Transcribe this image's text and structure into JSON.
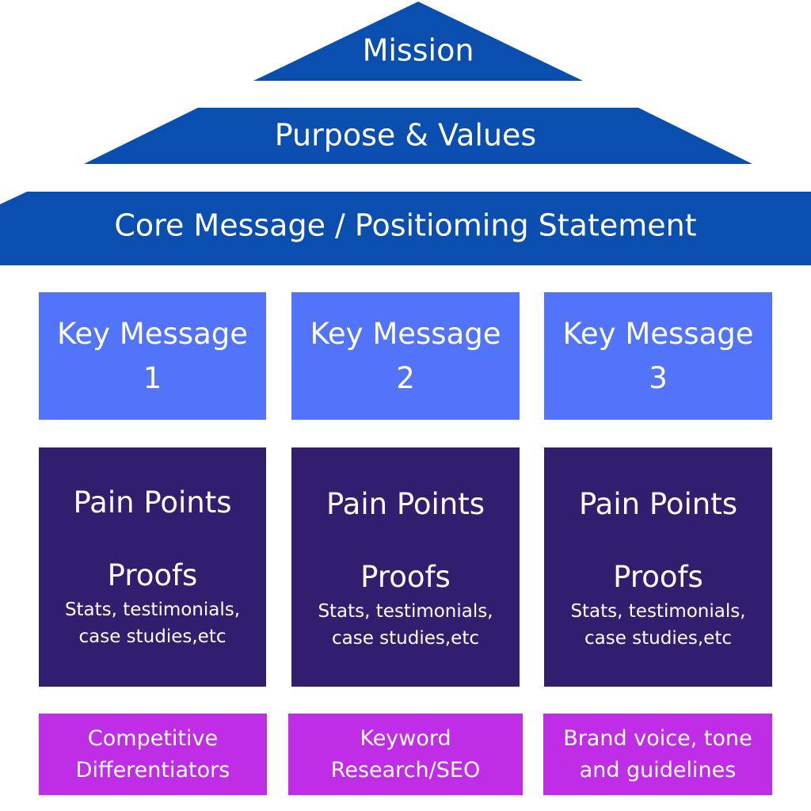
{
  "colors": {
    "roof": "#0a4fb0",
    "key_message": "#5274fa",
    "pillar": "#321e6e",
    "foundation": "#c02de6",
    "text": "#ffffff"
  },
  "roof": {
    "mission": "Mission",
    "purpose_values": "Purpose & Values",
    "core_message": "Core Message / Positioming Statement"
  },
  "key_messages": [
    {
      "line1": "Key Message",
      "line2": "1"
    },
    {
      "line1": "Key Message",
      "line2": "2"
    },
    {
      "line1": "Key Message",
      "line2": "3"
    }
  ],
  "pillars": [
    {
      "pain": "Pain Points",
      "proofs": "Proofs",
      "details_line1": "Stats, testimonials,",
      "details_line2": "case studies,etc"
    },
    {
      "pain": "Pain Points",
      "proofs": "Proofs",
      "details_line1": "Stats, testimonials,",
      "details_line2": "case studies,etc"
    },
    {
      "pain": "Pain Points",
      "proofs": "Proofs",
      "details_line1": "Stats, testimonials,",
      "details_line2": "case studies,etc"
    }
  ],
  "foundation": [
    {
      "line1": "Competitive",
      "line2": "Differentiators"
    },
    {
      "line1": "Keyword",
      "line2": "Research/SEO"
    },
    {
      "line1": "Brand voice, tone",
      "line2": "and guidelines"
    }
  ]
}
